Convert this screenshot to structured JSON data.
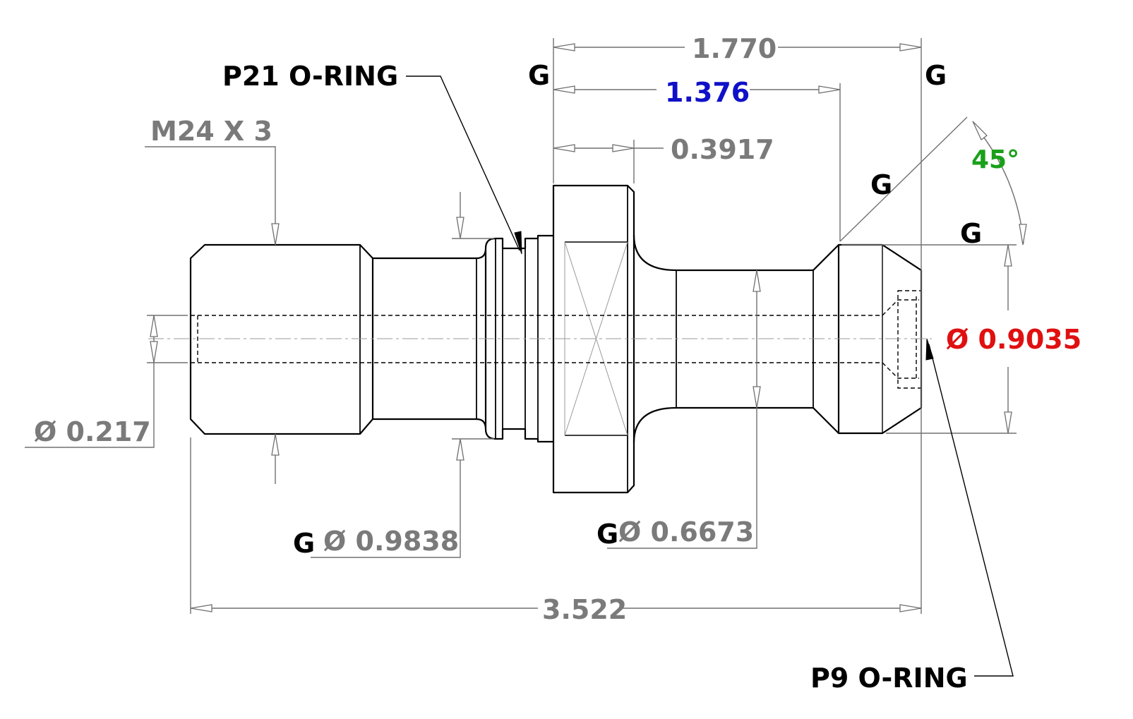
{
  "colors": {
    "dimension": "#7a7a7a",
    "callout": "#000000",
    "highlight_blue": "#1010c8",
    "highlight_red": "#e01010",
    "highlight_green": "#1aa01a"
  },
  "labels": {
    "o_ring_large": "P21 O-RING",
    "o_ring_small": "P9 O-RING",
    "thread": "M24 X 3"
  },
  "dimensions": {
    "length_top": "1.770",
    "length_mid": "1.376",
    "flange_width": "0.3917",
    "angle": "45°",
    "head_diameter": "Ø 0.9035",
    "bore_diameter": "Ø 0.217",
    "groove_diameter": "Ø 0.9838",
    "neck_diameter": "Ø 0.6673",
    "overall_length": "3.522"
  },
  "gdt_marks": {
    "left_top": "G",
    "right_top": "G",
    "chamfer": "G",
    "head_face": "G",
    "groove": "G",
    "neck": "G"
  }
}
